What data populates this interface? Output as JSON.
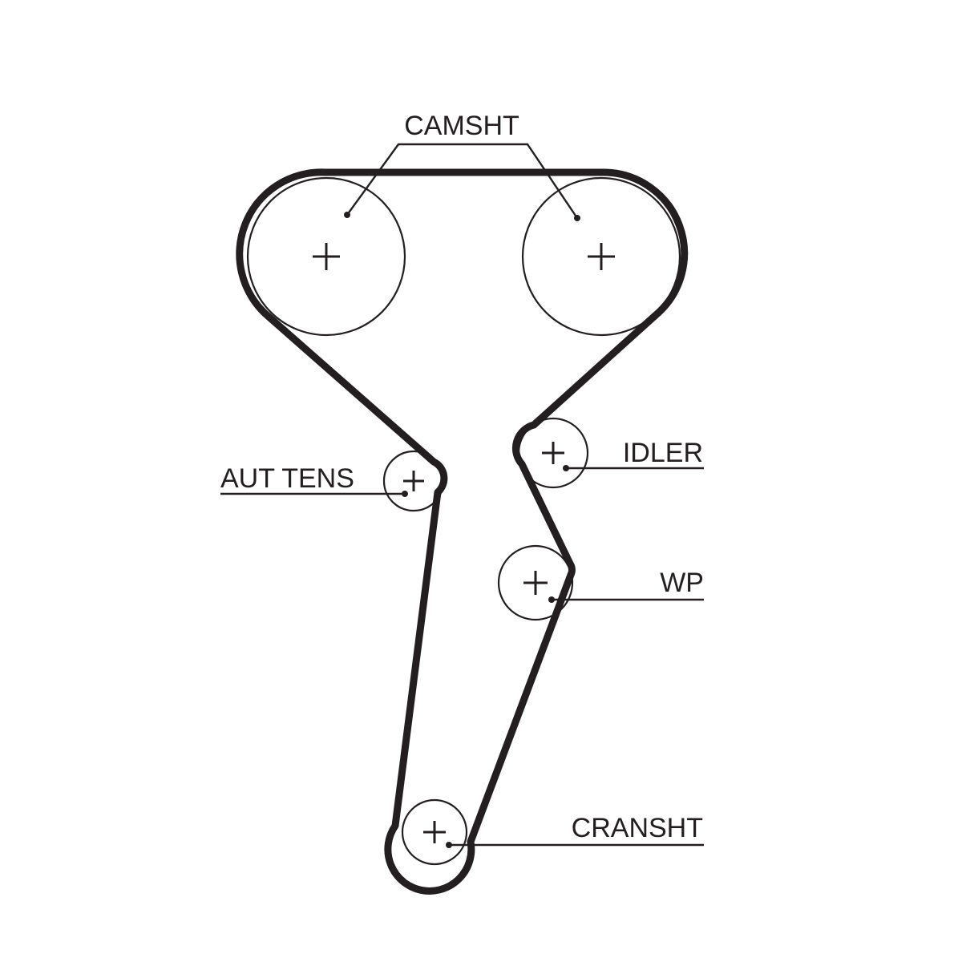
{
  "colors": {
    "line": "#231f20",
    "background": "#ffffff"
  },
  "labels": {
    "camshaft": "CAMSHT",
    "idler": "IDLER",
    "auto_tensioner": "AUT TENS",
    "water_pump": "WP",
    "crankshaft": "CRANSHT"
  }
}
